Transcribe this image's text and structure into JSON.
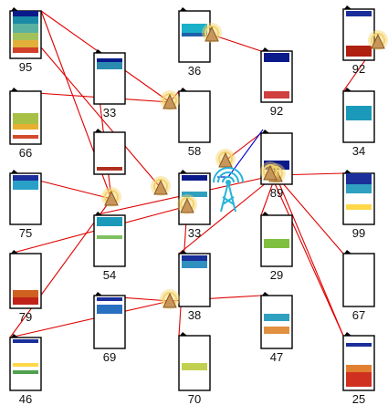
{
  "colors": {
    "link_red": "#e00000",
    "link_blue": "#0000cc",
    "tower_fill": "#c8955a",
    "tower_stroke": "#8a5a20",
    "halo": "#f3d36b",
    "base_station": "#27b4d8"
  },
  "nodes": [
    {
      "id": "n1",
      "label": "95"
    },
    {
      "id": "n2",
      "label": "66"
    },
    {
      "id": "n3",
      "label": "75"
    },
    {
      "id": "n4",
      "label": "79"
    },
    {
      "id": "n5",
      "label": "46"
    },
    {
      "id": "n6",
      "label": "33"
    },
    {
      "id": "n7",
      "label": ""
    },
    {
      "id": "n8",
      "label": "54"
    },
    {
      "id": "n9",
      "label": "69"
    },
    {
      "id": "n10",
      "label": "36"
    },
    {
      "id": "n11",
      "label": "58"
    },
    {
      "id": "n12",
      "label": "33"
    },
    {
      "id": "n13",
      "label": "38"
    },
    {
      "id": "n14",
      "label": "70"
    },
    {
      "id": "n15",
      "label": "92"
    },
    {
      "id": "n16",
      "label": "89"
    },
    {
      "id": "n17",
      "label": "29"
    },
    {
      "id": "n18",
      "label": "47"
    },
    {
      "id": "n19",
      "label": "92"
    },
    {
      "id": "n20",
      "label": "34"
    },
    {
      "id": "n21",
      "label": "99"
    },
    {
      "id": "n22",
      "label": "67"
    },
    {
      "id": "n23",
      "label": "25"
    }
  ],
  "relays": [
    "r1",
    "r2",
    "r3",
    "r4",
    "r5",
    "r6",
    "r7",
    "r8",
    "r9",
    "r10"
  ],
  "base_station": {
    "name": "base-station-icon"
  }
}
